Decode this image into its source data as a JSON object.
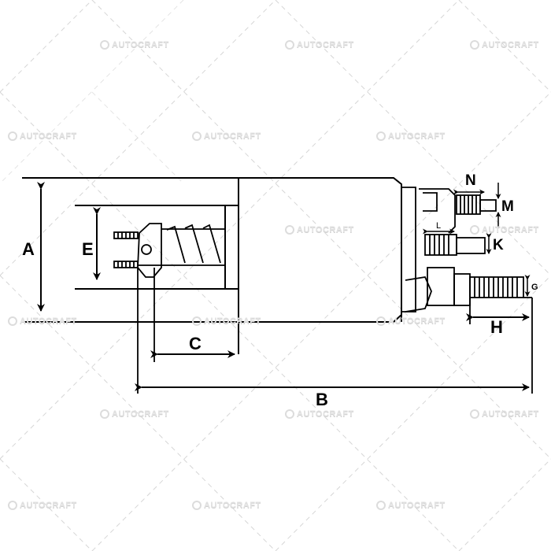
{
  "diagram": {
    "subject": "starter solenoid dimension drawing",
    "watermark_text": "AUTOCRAFT",
    "dimension_labels": {
      "A": "A",
      "B": "B",
      "C": "C",
      "E": "E",
      "G": "G",
      "H": "H",
      "K": "K",
      "L": "L",
      "M": "M",
      "N": "N"
    },
    "colors": {
      "line": "#000000",
      "background": "#ffffff",
      "watermark": "#e2e2e2",
      "grid_dash": "#d0d0d0"
    }
  }
}
